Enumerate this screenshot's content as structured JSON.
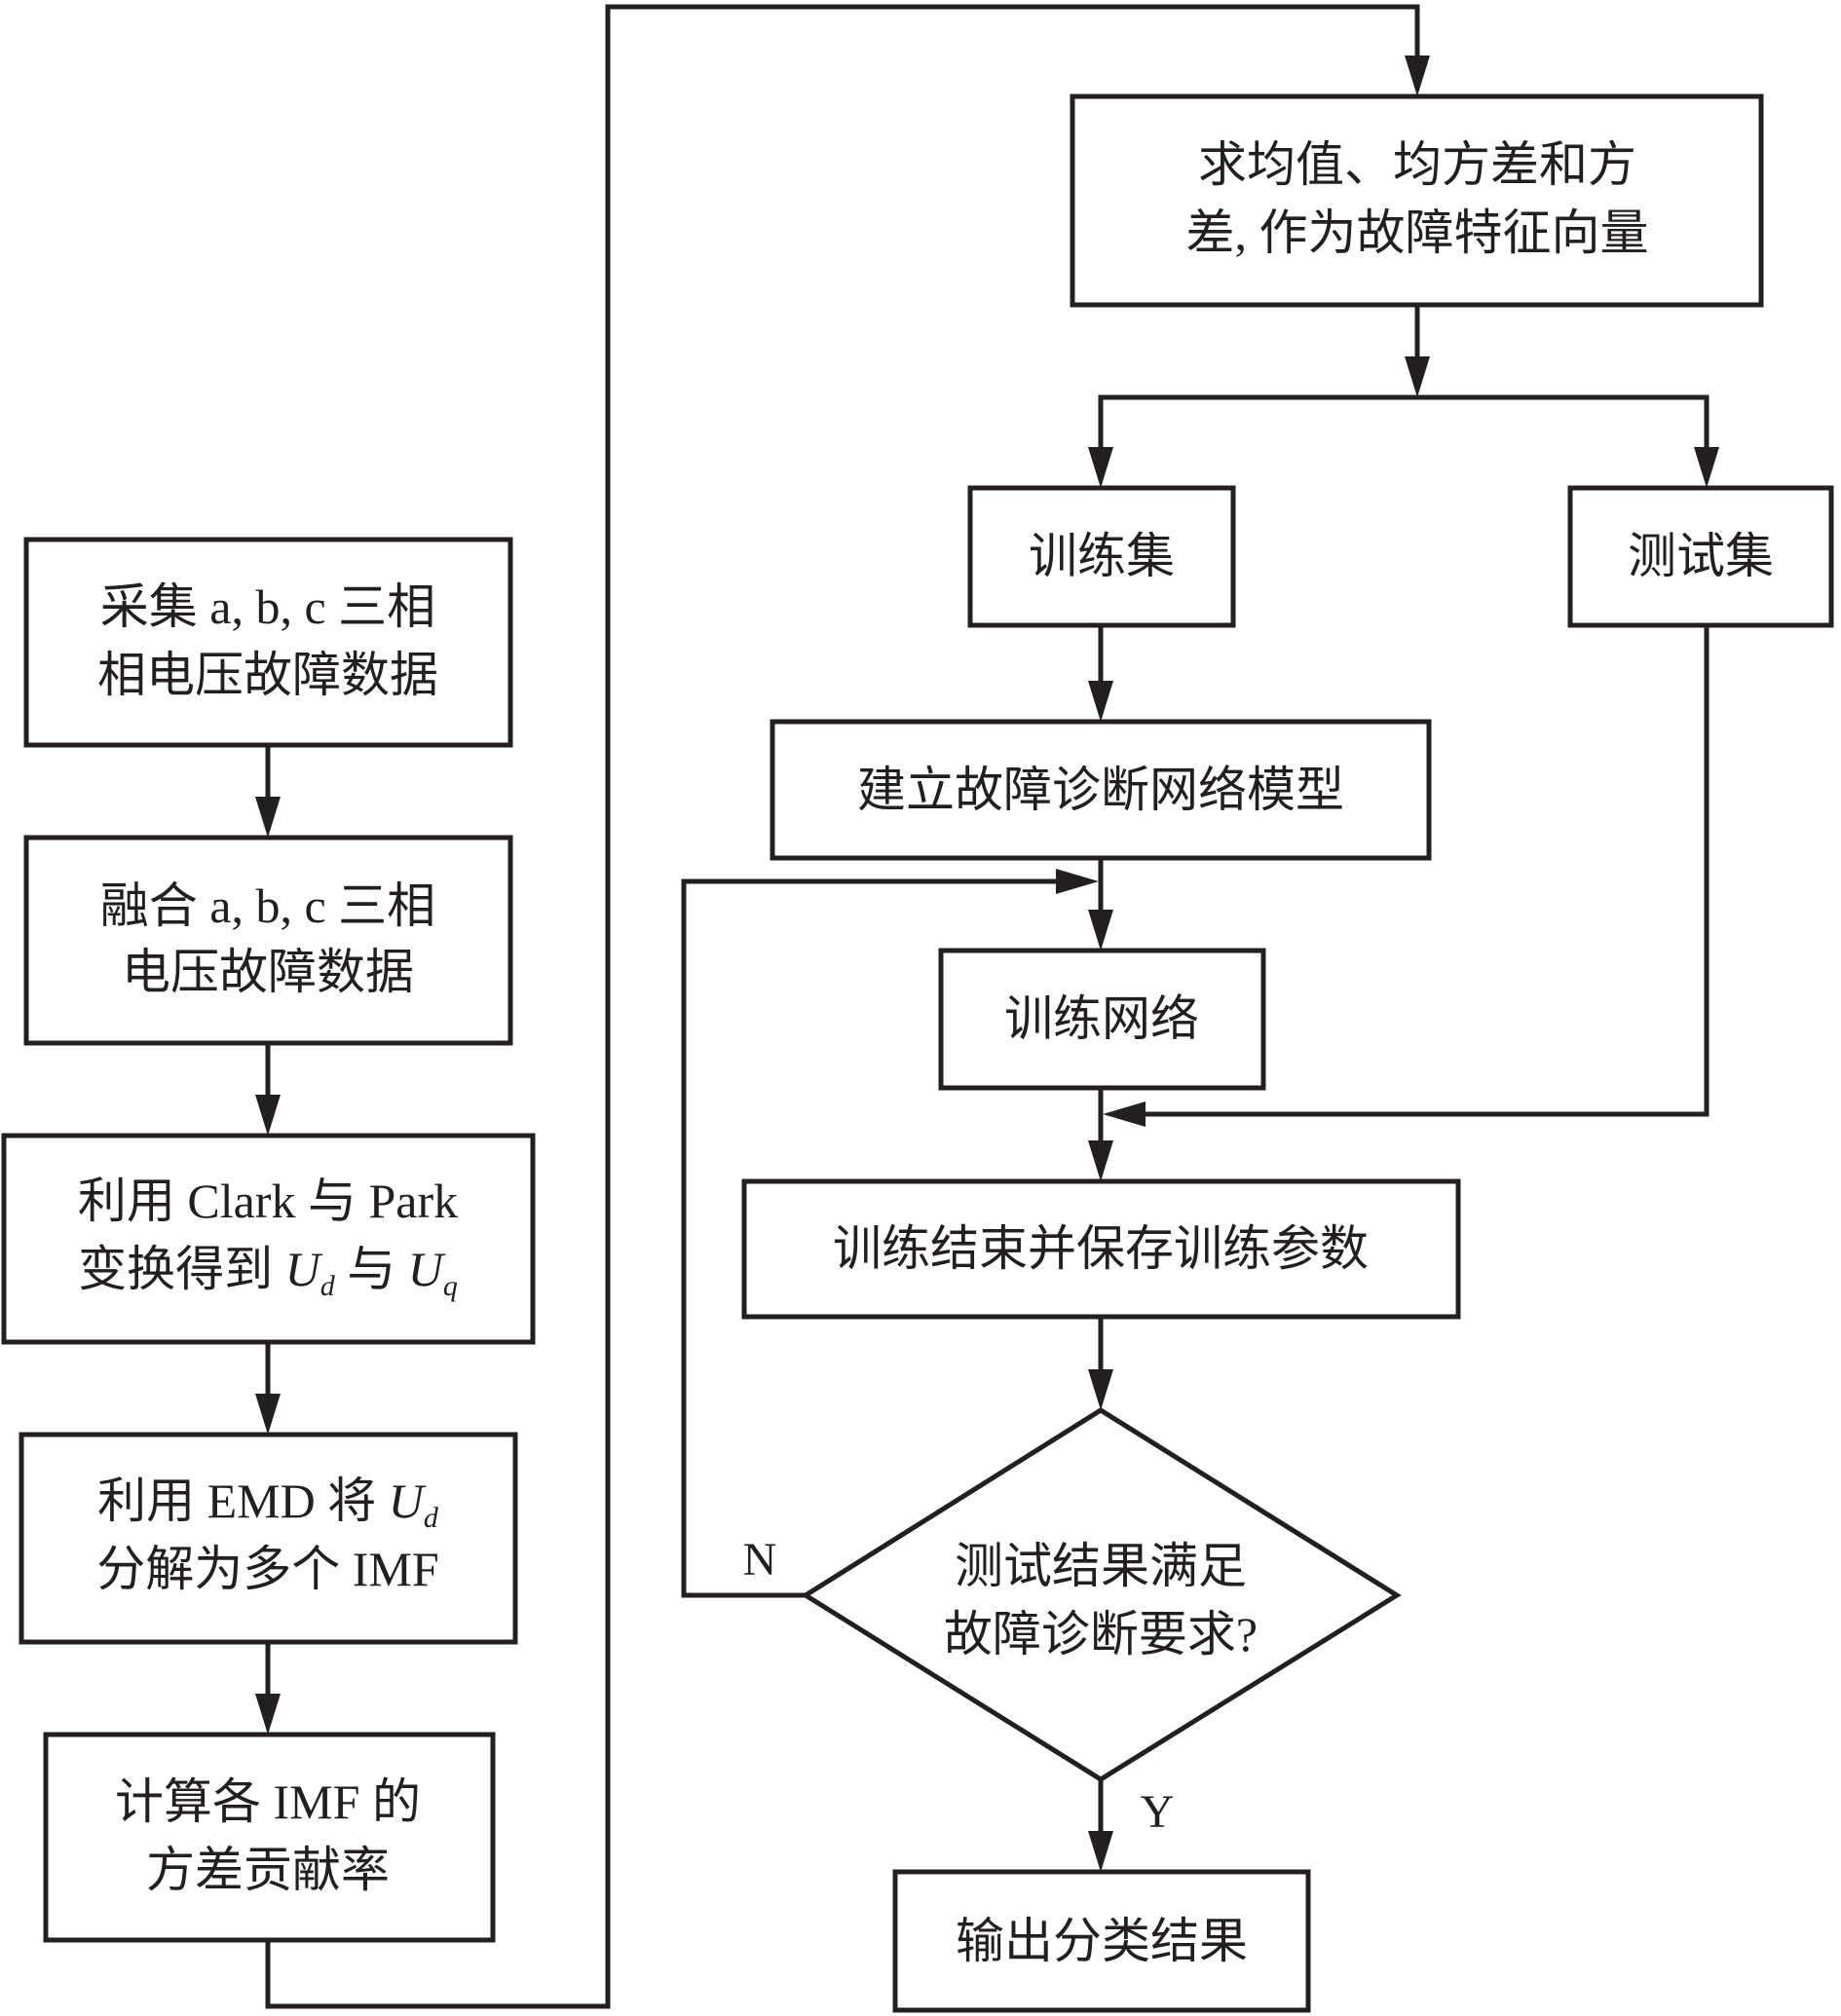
{
  "diagram": {
    "type": "flowchart",
    "left_column": [
      {
        "id": "collect",
        "lines": [
          "采集 a, b, c 三相",
          "相电压故障数据"
        ]
      },
      {
        "id": "fuse",
        "lines": [
          "融合 a, b, c 三相",
          "电压故障数据"
        ]
      },
      {
        "id": "transform",
        "line1": "利用 Clark 与 Park",
        "line2_prefix": "变换得到 ",
        "ud_main": "U",
        "ud_sub": "d",
        "line2_mid": " 与 ",
        "uq_main": "U",
        "uq_sub": "q"
      },
      {
        "id": "emd",
        "line1_prefix": "利用 EMD 将 ",
        "ud_main": "U",
        "ud_sub": "d",
        "line2": "分解为多个 IMF"
      },
      {
        "id": "variance",
        "lines": [
          "计算各 IMF 的",
          "方差贡献率"
        ]
      }
    ],
    "feature": {
      "lines": [
        "求均值、均方差和方",
        "差, 作为故障特征向量"
      ]
    },
    "train_set": "训练集",
    "test_set": "测试集",
    "build_model": "建立故障诊断网络模型",
    "train_network": "训练网络",
    "save_params": "训练结束并保存训练参数",
    "decision": {
      "lines": [
        "测试结果满足",
        "故障诊断要求?"
      ],
      "no_label": "N",
      "yes_label": "Y"
    },
    "output": "输出分类结果"
  }
}
